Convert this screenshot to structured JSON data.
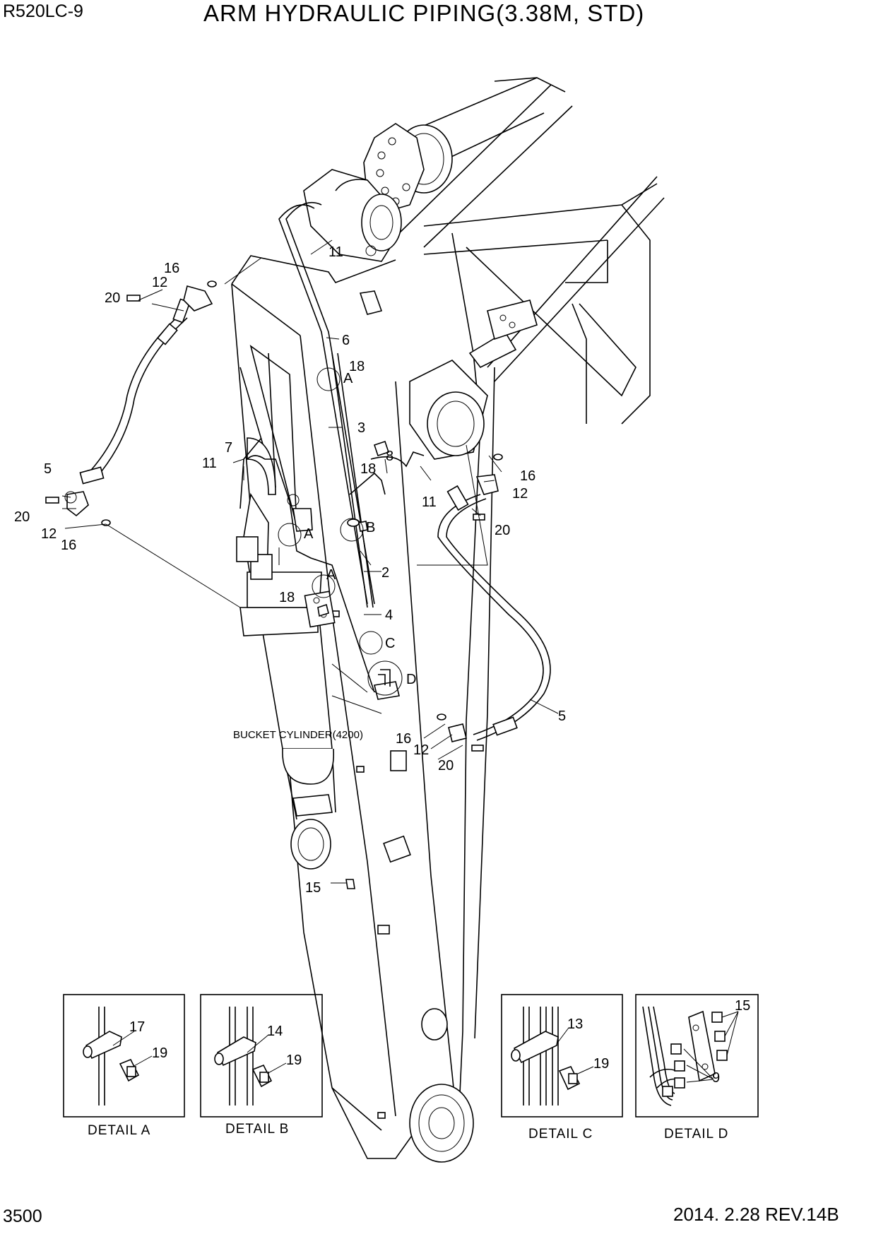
{
  "header": {
    "model": "R520LC-9",
    "title": "ARM HYDRAULIC PIPING(3.38M, STD)"
  },
  "footer": {
    "page_number": "3500",
    "revision": "2014. 2.28  REV.14B"
  },
  "main_view": {
    "component_label": "BUCKET CYLINDER(4200)",
    "callouts": [
      "16",
      "12",
      "20",
      "5",
      "20",
      "12",
      "16",
      "11",
      "6",
      "18",
      "A",
      "3",
      "7",
      "11",
      "18",
      "8",
      "11",
      "16",
      "12",
      "20",
      "B",
      "A",
      "18",
      "A",
      "2",
      "4",
      "C",
      "D",
      "16",
      "12",
      "20",
      "5",
      "15"
    ]
  },
  "details": [
    {
      "title": "DETAIL  A",
      "callouts": [
        "17",
        "19"
      ]
    },
    {
      "title": "DETAIL  B",
      "callouts": [
        "14",
        "19"
      ]
    },
    {
      "title": "DETAIL  C",
      "callouts": [
        "13",
        "19"
      ]
    },
    {
      "title": "DETAIL  D",
      "callouts": [
        "15",
        "9"
      ]
    }
  ]
}
